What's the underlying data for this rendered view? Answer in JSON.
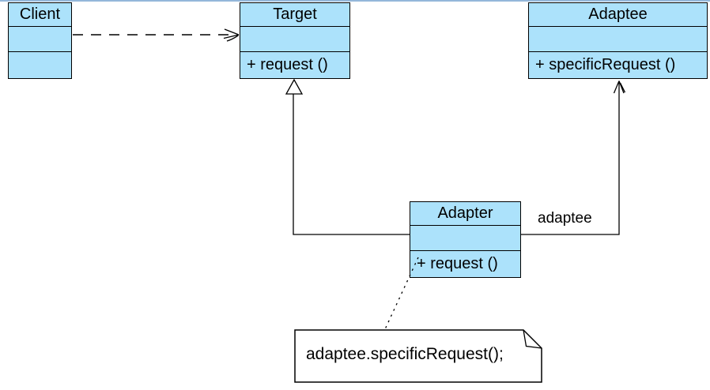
{
  "diagram": {
    "type": "uml-class-diagram",
    "pattern": "Adapter"
  },
  "classes": [
    {
      "name": "Client",
      "attributes": "",
      "methods": ""
    },
    {
      "name": "Target",
      "attributes": "",
      "methods": "+ request ()"
    },
    {
      "name": "Adaptee",
      "attributes": "",
      "methods": "+ specificRequest ()"
    },
    {
      "name": "Adapter",
      "attributes": "",
      "methods": "+ request ()"
    }
  ],
  "relationships": {
    "dependency": {
      "from": "Client",
      "to": "Target",
      "style": "dashed-open-arrow",
      "label": ""
    },
    "generalization": {
      "from": "Adapter",
      "to": "Target",
      "style": "solid-hollow-triangle",
      "label": ""
    },
    "association": {
      "from": "Adapter",
      "to": "Adaptee",
      "style": "solid-open-arrow",
      "label": "adaptee"
    },
    "note_anchor": {
      "from": "Adapter",
      "to": "note",
      "style": "dotted",
      "label": ""
    }
  },
  "note": {
    "text": "adaptee.specificRequest();"
  },
  "colors": {
    "class_fill": "#ace2fb",
    "line": "#000000",
    "top_border": "#94b7da",
    "note_fill": "#ffffff"
  }
}
